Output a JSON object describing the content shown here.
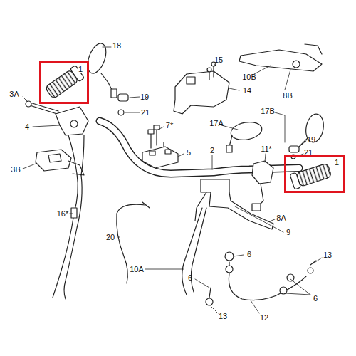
{
  "diagram": {
    "nodes": [
      {
        "text": [
          "1"
        ]
      },
      {
        "text": [
          "1"
        ]
      }
    ],
    "labels": [
      "18",
      "15",
      "10B",
      "8B",
      "3A",
      "19",
      "14",
      "21",
      "4",
      "7*",
      "17B",
      "17A",
      "5",
      "2",
      "11*",
      "19",
      "21",
      "3B",
      "8A",
      "9",
      "16*",
      "20",
      "6",
      "10A",
      "13",
      "6",
      "6",
      "13",
      "12"
    ]
  }
}
